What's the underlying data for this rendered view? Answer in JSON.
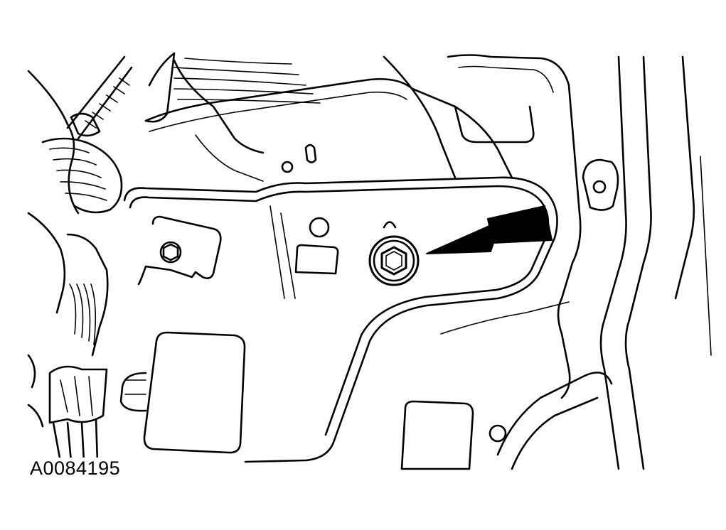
{
  "figure_id": "A0084195",
  "colors": {
    "ink": "#000000",
    "background": "#ffffff"
  },
  "callout": {
    "type": "arrow",
    "target": "bolt",
    "icon": "arrow-icon"
  }
}
